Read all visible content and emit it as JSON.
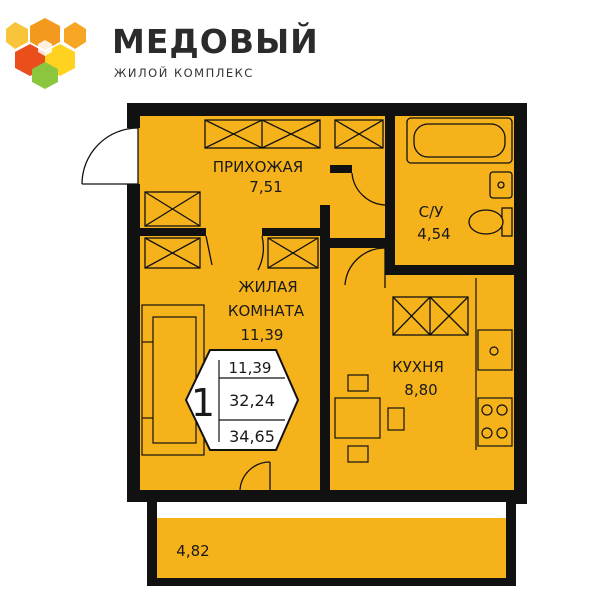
{
  "brand": {
    "name": "МЕДОВЫЙ",
    "subtitle": "ЖИЛОЙ КОМПЛЕКС"
  },
  "rooms": {
    "hallway": {
      "name": "ПРИХОЖАЯ",
      "area": "7,51"
    },
    "bathroom": {
      "name": "С/У",
      "area": "4,54"
    },
    "living": {
      "name_line1": "ЖИЛАЯ",
      "name_line2": "КОМНАТА",
      "area": "11,39"
    },
    "kitchen": {
      "name": "КУХНЯ",
      "area": "8,80"
    },
    "balcony": {
      "area": "4,82"
    }
  },
  "summary": {
    "rooms_count": "1",
    "living_area": "11,39",
    "total_area": "32,24",
    "total_with_balcony": "34,65"
  },
  "colors": {
    "floor": "#F5B21B",
    "walls": "#111111",
    "logo_orange": "#F39A1E",
    "logo_red": "#E94E1B",
    "logo_green": "#8CC63F",
    "logo_yellow": "#FFD21F"
  }
}
